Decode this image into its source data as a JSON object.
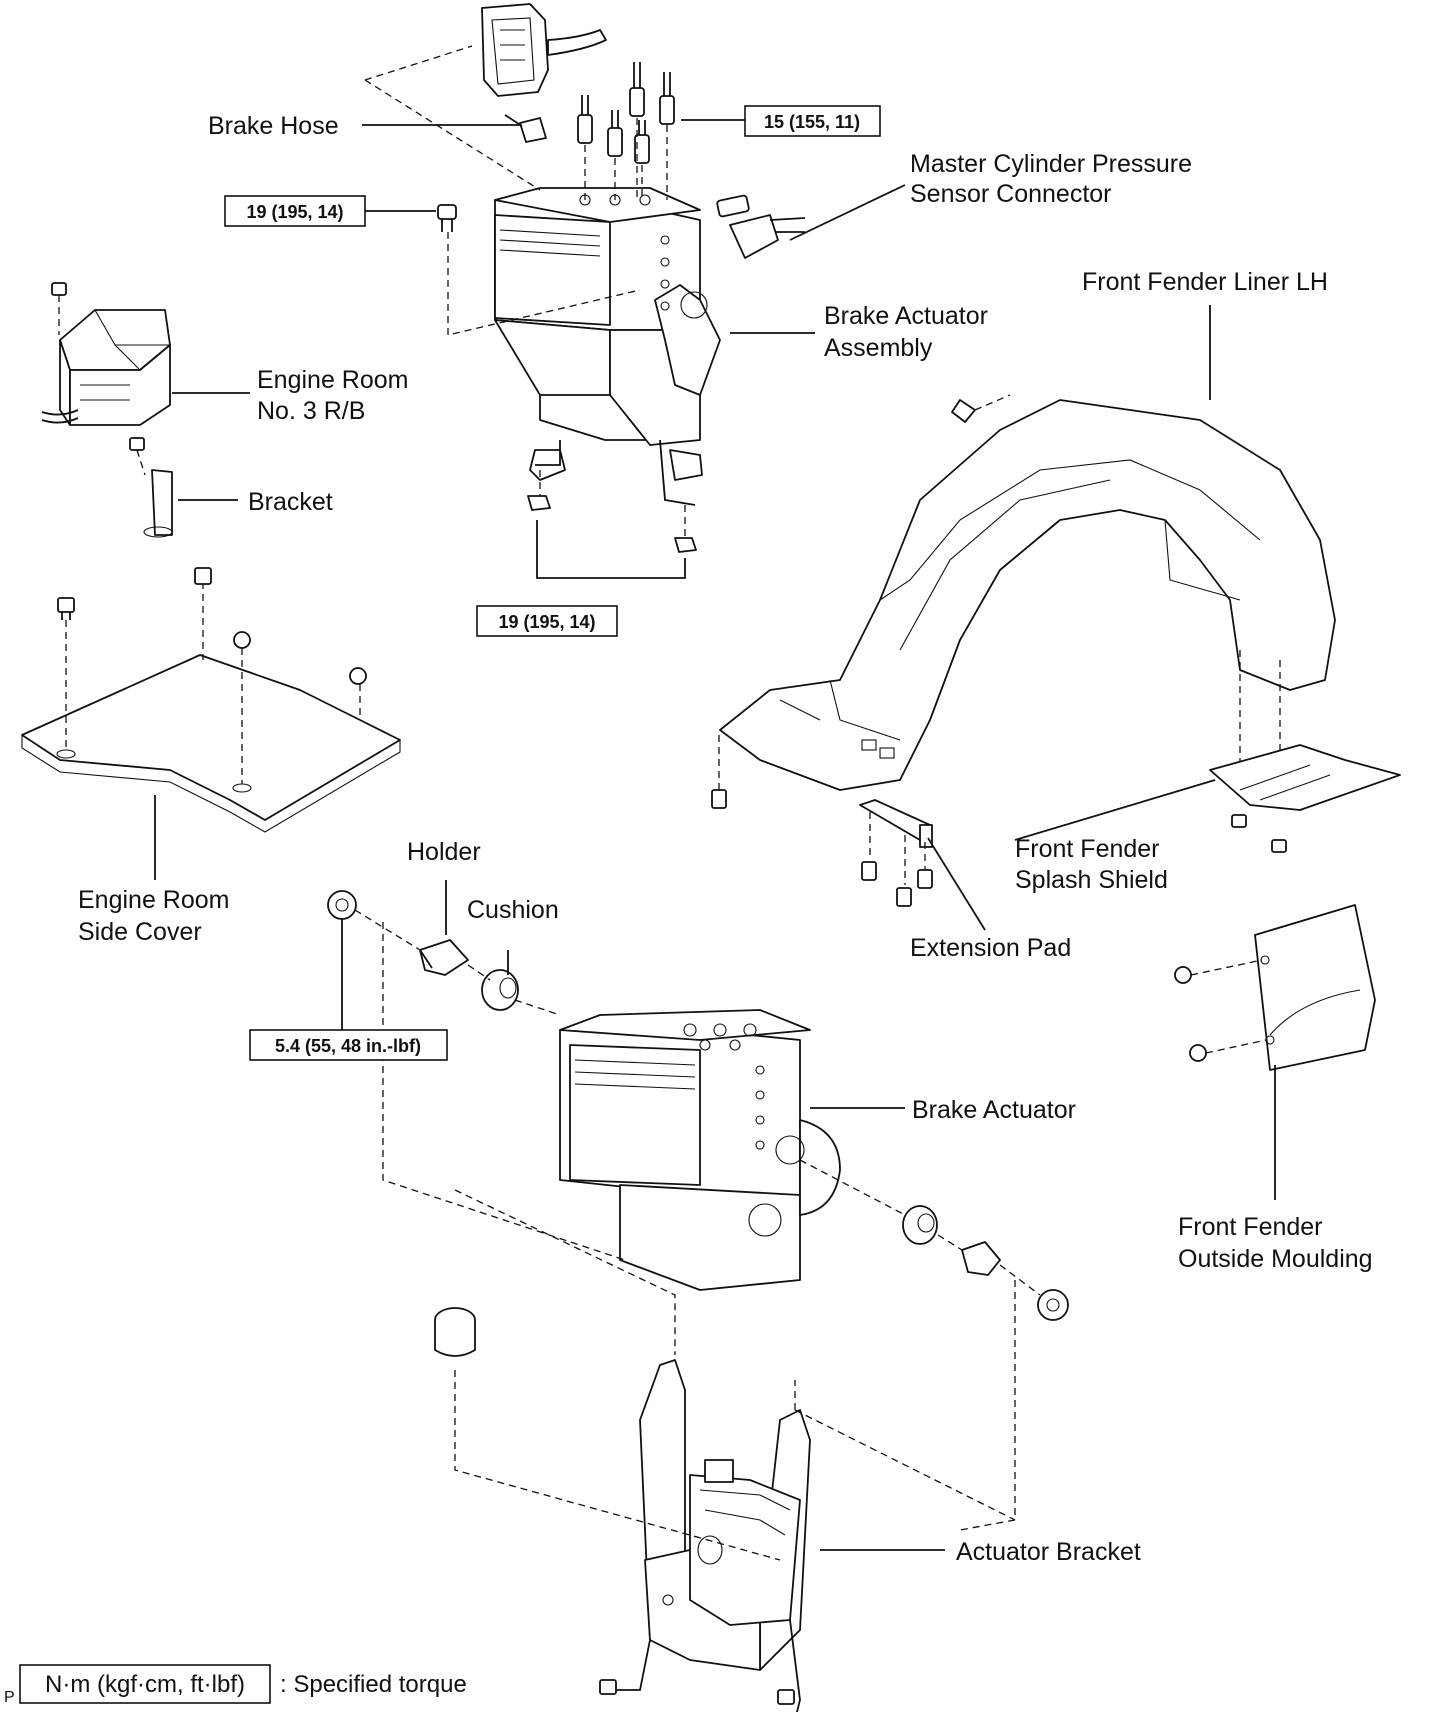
{
  "labels": {
    "brake_hose": "Brake Hose",
    "mcp_sensor_1": "Master Cylinder Pressure",
    "mcp_sensor_2": "Sensor Connector",
    "brake_actuator_assembly_1": "Brake Actuator",
    "brake_actuator_assembly_2": "Assembly",
    "engine_room_rb_1": "Engine Room",
    "engine_room_rb_2": "No. 3 R/B",
    "bracket": "Bracket",
    "front_fender_liner": "Front Fender Liner LH",
    "engine_room_side_cover_1": "Engine Room",
    "engine_room_side_cover_2": "Side Cover",
    "holder": "Holder",
    "cushion": "Cushion",
    "front_fender_splash_shield_1": "Front Fender",
    "front_fender_splash_shield_2": "Splash Shield",
    "extension_pad": "Extension Pad",
    "brake_actuator": "Brake Actuator",
    "front_fender_moulding_1": "Front Fender",
    "front_fender_moulding_2": "Outside Moulding",
    "actuator_bracket": "Actuator Bracket"
  },
  "torque": {
    "brake_line_nuts": "15 (155, 11)",
    "actuator_bolt": "19 (195, 14)",
    "bracket_nuts": "19 (195, 14)",
    "holder_nut": "5.4 (55, 48 in.-lbf)"
  },
  "legend": {
    "box": "N·m (kgf·cm, ft·lbf)",
    "text": ": Specified torque",
    "code": "P"
  }
}
